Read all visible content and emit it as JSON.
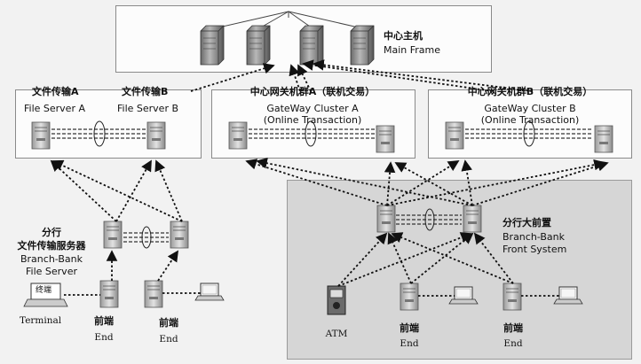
{
  "mainframe": {
    "title_cn": "中心主机",
    "title_en": "Main Frame"
  },
  "file_servers": {
    "label_a_cn": "文件传输A",
    "label_b_cn": "文件传输B",
    "label_a_en": "File Server A",
    "label_b_en": "File Server B"
  },
  "gateway_a": {
    "title_cn": "中心网关机群A（联机交易）",
    "line1_en": "GateWay Cluster A",
    "line2_en": "(Online Transaction)"
  },
  "gateway_b": {
    "title_cn": "中心网关机群B（联机交易）",
    "line1_en": "GateWay Cluster B",
    "line2_en": "(Online Transaction)"
  },
  "branch_file": {
    "cn1": "分行",
    "cn2": "文件传输服务器",
    "en1": "Branch-Bank",
    "en2": "File Server"
  },
  "branch_front": {
    "cn": "分行大前置",
    "en1": "Branch-Bank",
    "en2": "Front System"
  },
  "terminal": {
    "screen_text": "终端",
    "label": "Terminal"
  },
  "ends": {
    "cn": "前端",
    "en": "End"
  },
  "atm": {
    "label": "ATM"
  }
}
